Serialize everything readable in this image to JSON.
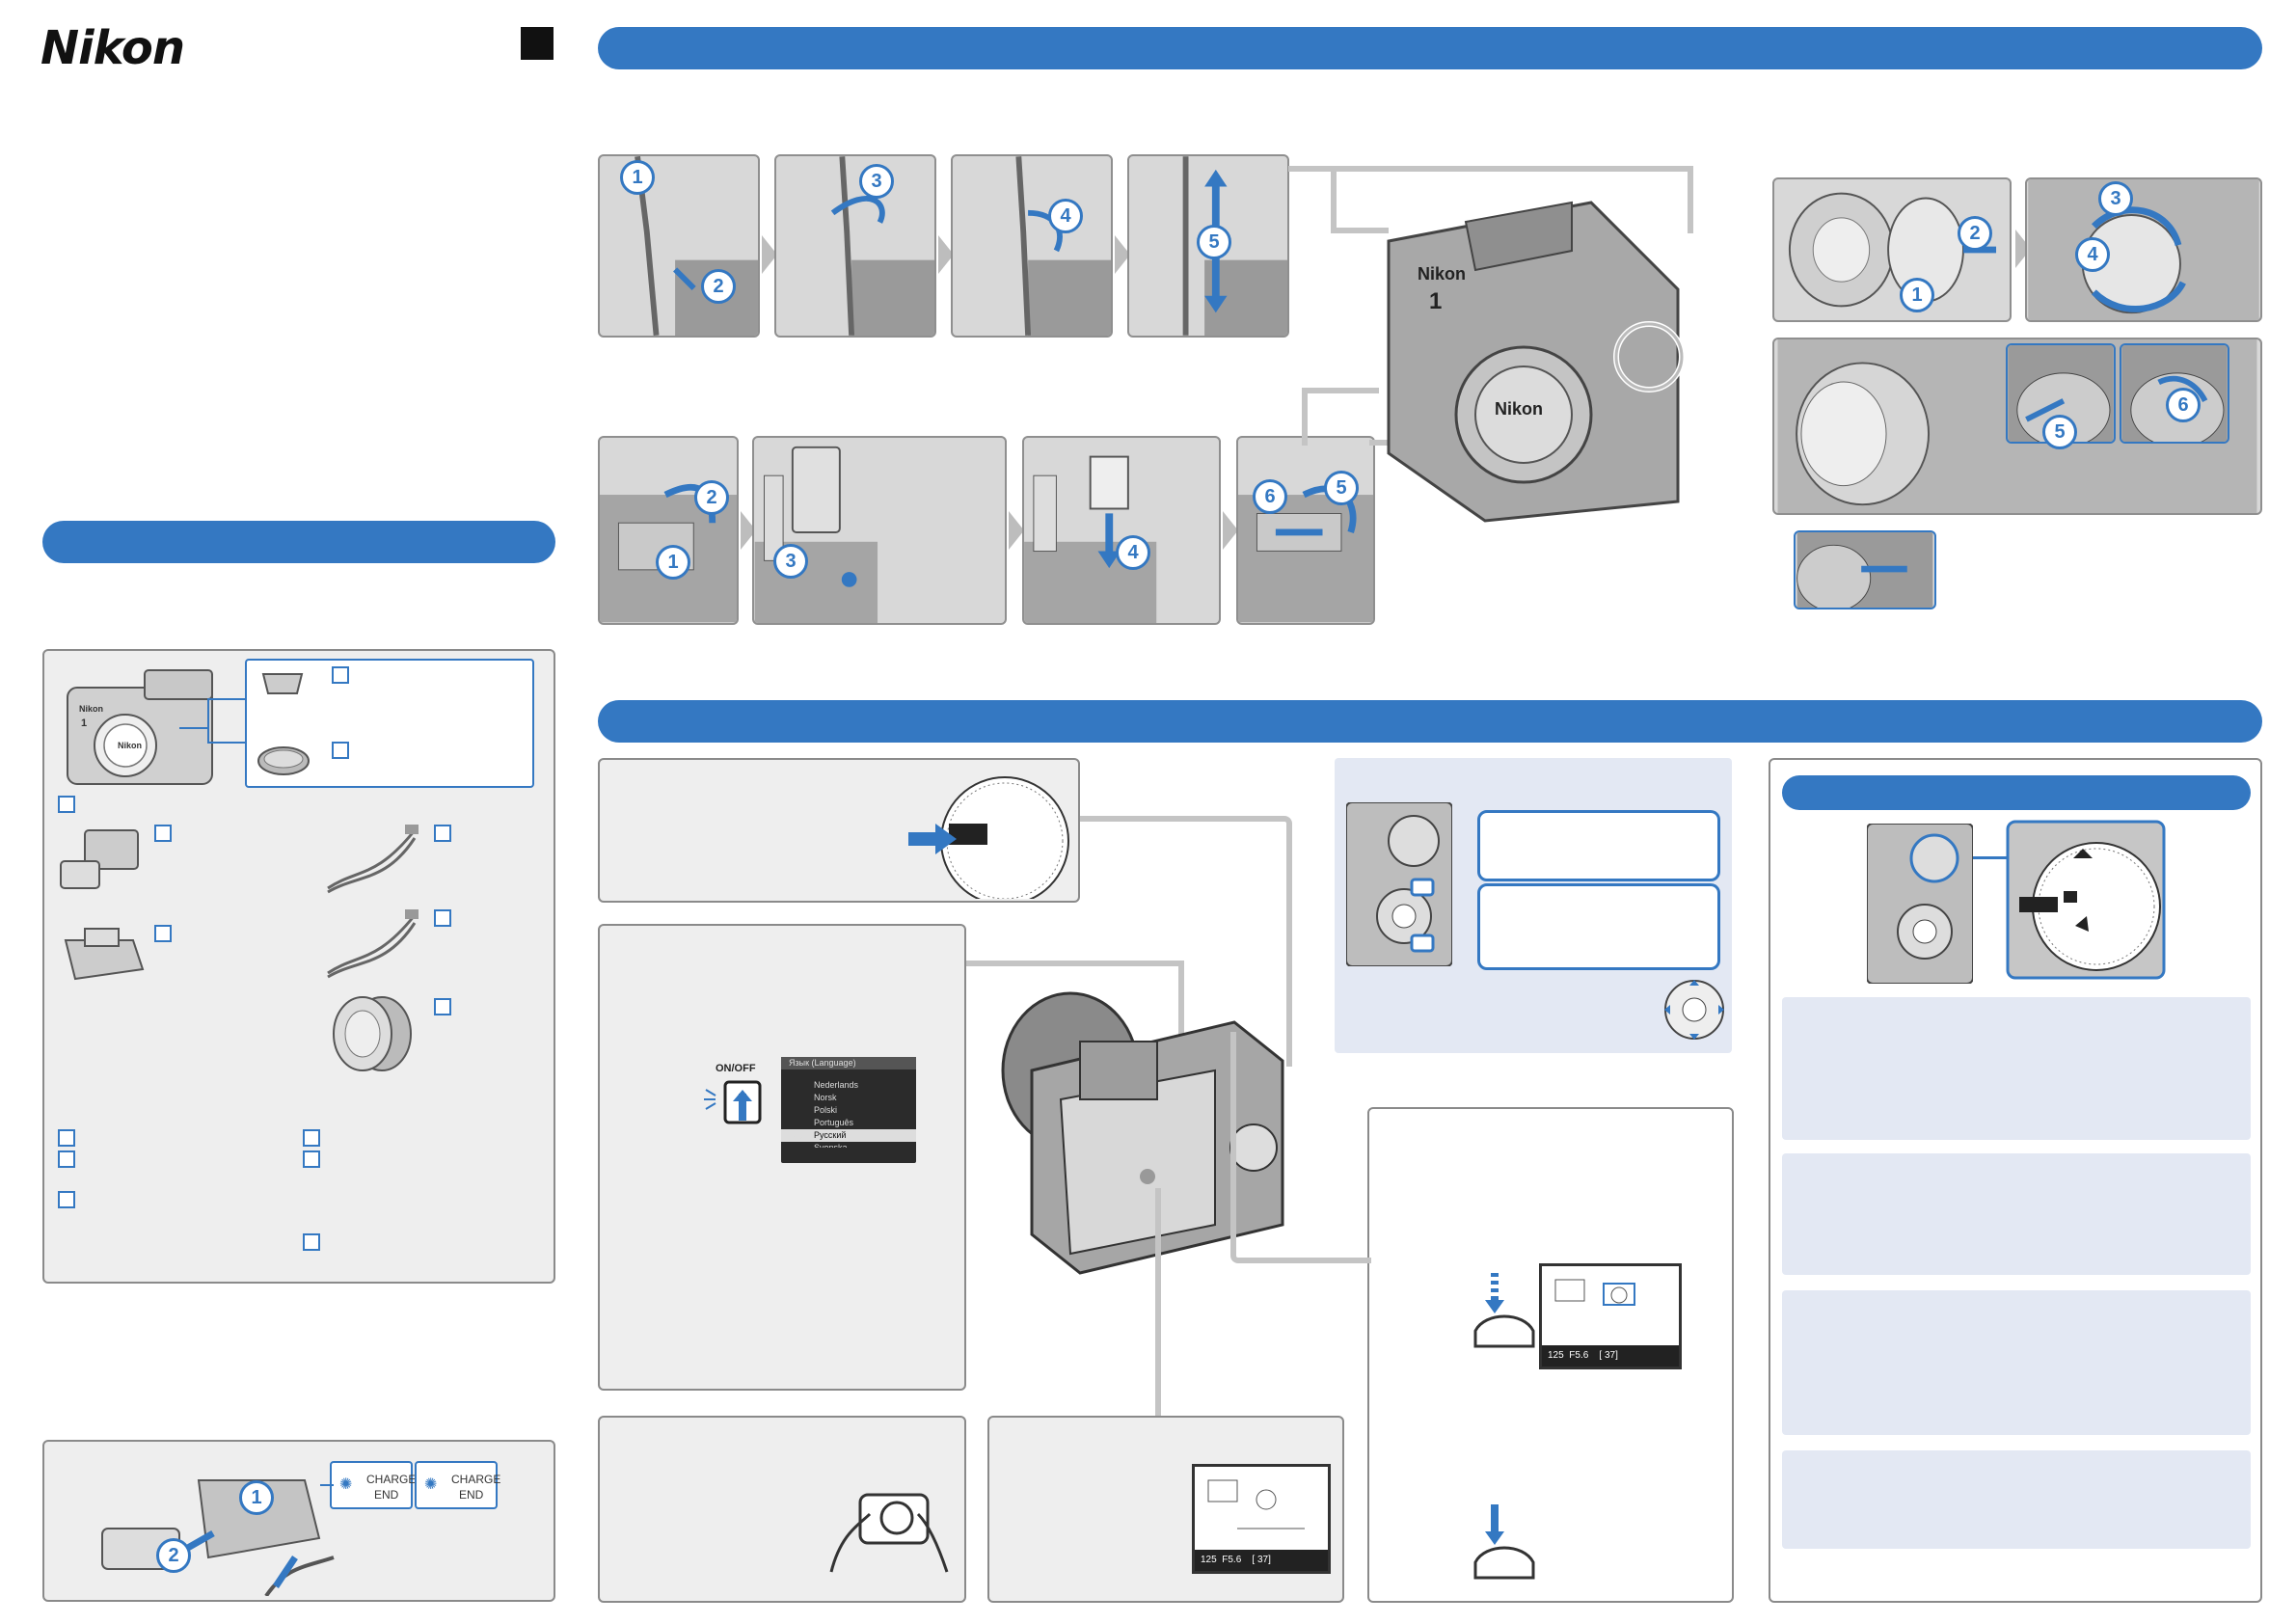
{
  "brand": {
    "logo": "Nikon"
  },
  "camera_body": {
    "model": "1",
    "cap_brand": "Nikon"
  },
  "step_numbers": [
    "1",
    "2",
    "3",
    "4",
    "5",
    "6"
  ],
  "charger_led": {
    "left": {
      "charge": "CHARGE",
      "end": "END"
    },
    "right": {
      "charge": "CHARGE",
      "end": "END"
    }
  },
  "power_switch": {
    "label": "ON/OFF"
  },
  "language_menu": {
    "header": "Язык (Language)",
    "items": [
      "Nederlands",
      "Norsk",
      "Polski",
      "Português",
      "Русский",
      "Svenska"
    ],
    "selected": "Русский"
  },
  "lcd_left": {
    "shutter": "125",
    "aperture": "F5.6",
    "frames": "[ 37]"
  },
  "lcd_right": {
    "shutter": "125",
    "aperture": "F5.6",
    "frames": "[ 37]"
  },
  "colors": {
    "accent": "#3478c2",
    "panel_gray": "#eeeeee",
    "panel_blue": "#e3e8f3"
  }
}
